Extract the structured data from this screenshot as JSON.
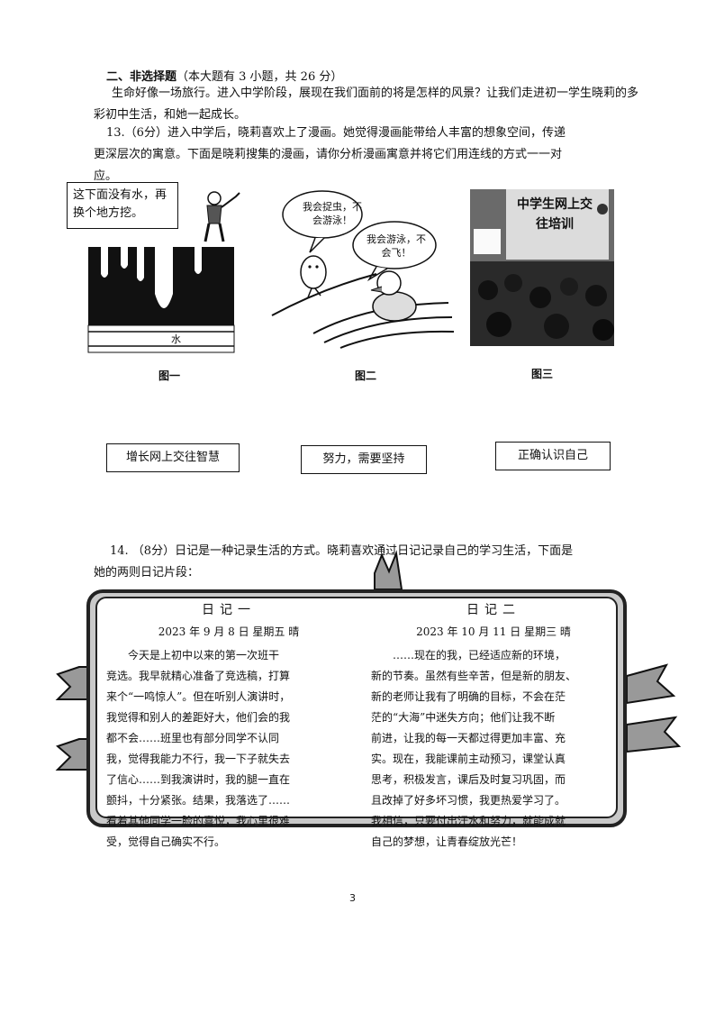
{
  "section": {
    "title": "二、非选择题",
    "note": "（本大题有 3 小题，共 26 分）",
    "intro": "生命好像一场旅行。进入中学阶段，展现在我们面前的将是怎样的风景？让我们走进初一学生晓莉的多彩初中生活，和她一起成长。"
  },
  "q13": {
    "line1": "13.（6分）进入中学后，晓莉喜欢上了漫画。她觉得漫画能带给人丰富的想象空间，传递",
    "line2": "更深层次的寓意。下面是晓莉搜集的漫画，请你分析漫画寓意并将它们用连线的方式一一对",
    "line3": "应。",
    "fig1": {
      "bubble": "这下面没有水，再换个地方挖。",
      "water": "水",
      "label": "图一"
    },
    "fig2": {
      "chick_bubble": "我会捉虫，不会游泳！",
      "duck_bubble": "我会游泳，不会飞！",
      "label": "图二"
    },
    "fig3": {
      "banner": "中学生网上交往培训",
      "label": "图三"
    },
    "answers": [
      "增长网上交往智慧",
      "努力，需要坚持",
      "正确认识自己"
    ]
  },
  "q14": {
    "line1": "14. （8分）日记是一种记录生活的方式。晓莉喜欢通过日记记录自己的学习生活，下面是",
    "line2": "她的两则日记片段："
  },
  "diary1": {
    "title": "日记一",
    "date": "2023 年 9 月 8 日    星期五    晴",
    "lines": [
      "今天是上初中以来的第一次班干",
      "竞选。我早就精心准备了竞选稿，打算",
      "来个“一鸣惊人”。但在听别人演讲时，",
      "我觉得和别人的差距好大，他们会的我",
      "都不会……班里也有部分同学不认同",
      "我，觉得我能力不行，我一下子就失去",
      "了信心……到我演讲时，我的腿一直在",
      "颤抖，十分紧张。结果，我落选了……",
      "看着其他同学一脸的喜悦，我心里很难",
      "受，觉得自己确实不行。"
    ]
  },
  "diary2": {
    "title": "日记二",
    "date": "2023 年 10 月 11 日    星期三    晴",
    "lines": [
      "……现在的我，已经适应新的环境，",
      "新的节奏。虽然有些辛苦，但是新的朋友、",
      "新的老师让我有了明确的目标，不会在茫",
      "茫的“大海”中迷失方向；他们让我不断",
      "前进，让我的每一天都过得更加丰富、充",
      "实。现在，我能课前主动预习，课堂认真",
      "思考，积极发言，课后及时复习巩固，而",
      "且改掉了好多坏习惯，我更热爱学习了。",
      "我相信，只要付出汗水和努力，就能成就",
      "自己的梦想，让青春绽放光芒！"
    ]
  },
  "page_number": "3"
}
